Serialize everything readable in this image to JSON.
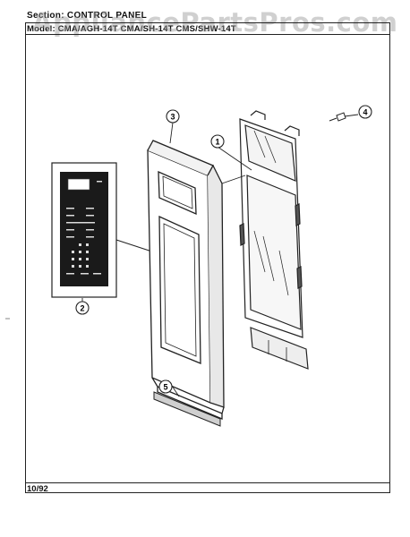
{
  "header": {
    "section": "Section: CONTROL PANEL",
    "models": "Model: CMA/AGH-14T   CMA/SH-14T   CMS/SHW-14T"
  },
  "watermark": "AppliancePartsPros.com",
  "footer": {
    "date": "10/92"
  },
  "callouts": [
    "1",
    "2",
    "3",
    "4",
    "5"
  ]
}
